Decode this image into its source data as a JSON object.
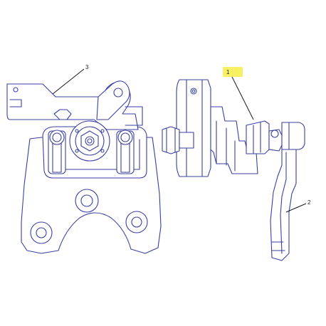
{
  "callouts": [
    {
      "id": "1",
      "label": "1",
      "highlighted": true
    },
    {
      "id": "2",
      "label": "2",
      "highlighted": false
    },
    {
      "id": "3",
      "label": "3",
      "highlighted": false
    }
  ],
  "colors": {
    "line": "#3b3fa3",
    "leader": "#1a1a1a",
    "highlight": "#f6f062"
  }
}
